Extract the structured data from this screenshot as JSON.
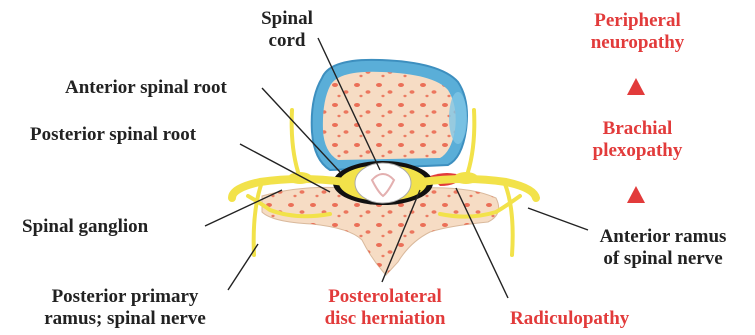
{
  "labels": {
    "spinal_cord": [
      "Spinal",
      "cord"
    ],
    "anterior_spinal_root": "Anterior spinal root",
    "posterior_spinal_root": "Posterior spinal root",
    "spinal_ganglion": "Spinal ganglion",
    "posterior_primary_ramus": [
      "Posterior primary",
      "ramus; spinal nerve"
    ],
    "posterolateral_disc_herniation": [
      "Posterolateral",
      "disc herniation"
    ],
    "radiculopathy": "Radiculopathy",
    "anterior_ramus": [
      "Anterior ramus",
      "of spinal nerve"
    ],
    "peripheral_neuropathy": [
      "Peripheral",
      "neuropathy"
    ],
    "brachial_plexopathy": [
      "Brachial",
      "plexopathy"
    ]
  },
  "colors": {
    "label_text": "#222222",
    "highlight_text": "#e23b3b",
    "disc_rim": "#5aaed8",
    "bone": "#f6dcc4",
    "bone_spots": "#e8543c",
    "nerve": "#f2e24a",
    "herniation": "#e23b3b"
  }
}
